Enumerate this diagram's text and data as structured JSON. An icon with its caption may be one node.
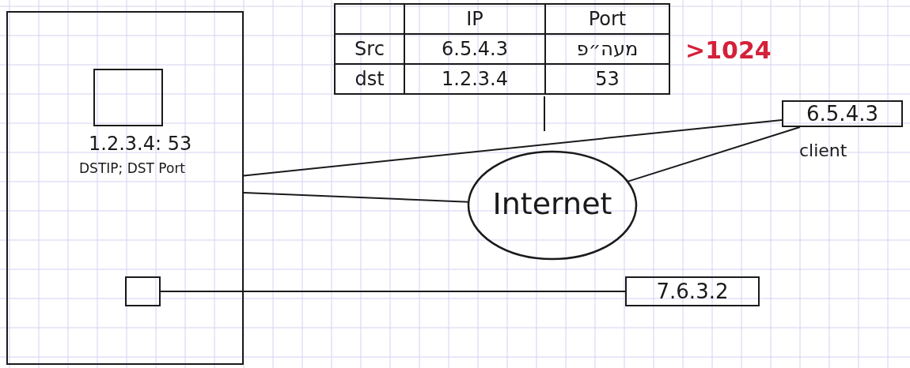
{
  "diagram": {
    "nodes": [
      {
        "text": [],
        "shape": "box"
      },
      {
        "text": [],
        "shape": "box",
        "in": 0,
        "beside": [
          "1.2.3.4: 53",
          "DSTIP; DST Port"
        ]
      },
      {
        "text": [],
        "shape": "box",
        "in": 0
      },
      {
        "text": [
          "Internet"
        ]
      },
      {
        "text": [
          "6.5.4.3"
        ],
        "beside": [
          "client"
        ]
      },
      {
        "text": [
          "7.6.3.2"
        ]
      }
    ],
    "edges": [
      {
        "from": 0,
        "to": 4,
        "arrow": "none"
      },
      {
        "from": 0,
        "to": 3,
        "arrow": "none"
      },
      {
        "from": 3,
        "to": 4,
        "arrow": "none"
      },
      {
        "from": 2,
        "to": 5,
        "arrow": "none"
      }
    ],
    "labels": [
      "IP",
      "Port",
      "Src",
      "6.5.4.3",
      "מעה״פ",
      "dst",
      "1.2.3.4",
      "53",
      ">1024"
    ]
  }
}
